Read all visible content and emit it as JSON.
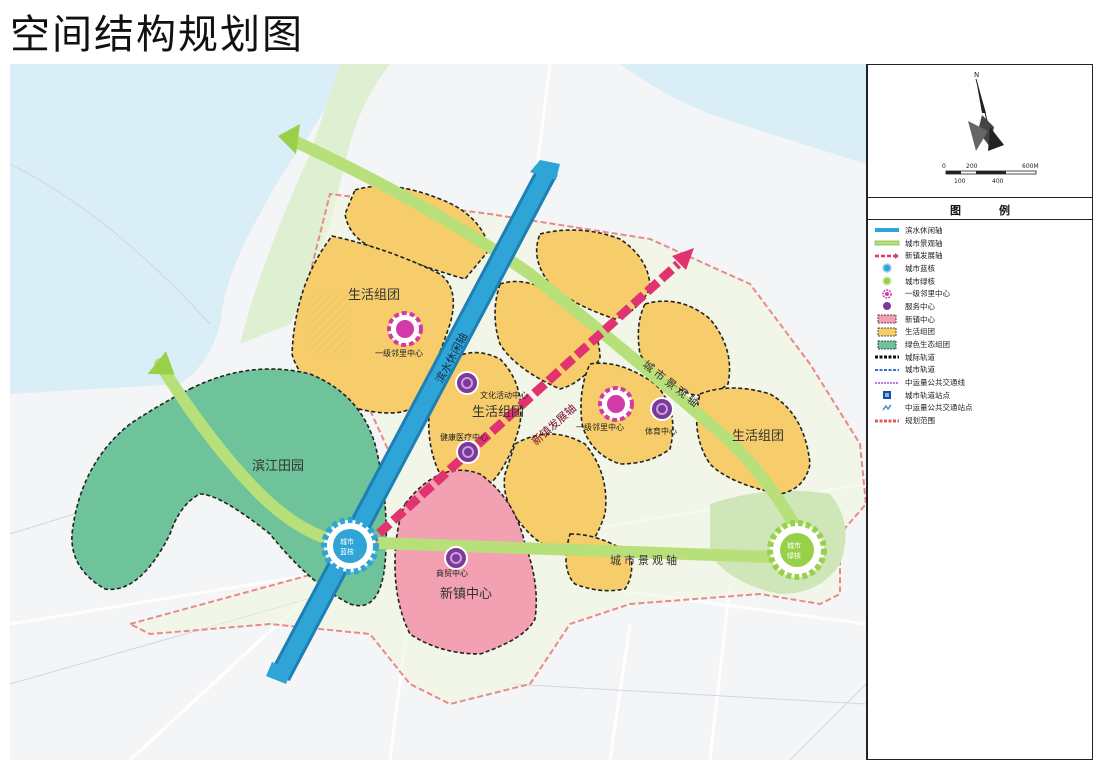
{
  "page": {
    "title": "空间结构规划图"
  },
  "map": {
    "zones": {
      "residential_nw": "生活组团",
      "residential_center": "生活组团",
      "residential_east": "生活组团",
      "town_center": "新镇中心",
      "riverside_fields": "滨江田园"
    },
    "axes": {
      "waterfront_axis": "滨水休闲轴",
      "landscape_axis_south": "城市景观轴",
      "landscape_axis_ne": "城市景观轴",
      "development_axis": "新镇发展轴"
    },
    "nodes": {
      "blue_core": "城市蓝核",
      "green_core": "城市绿核",
      "neighborhood_center_1": "一级邻里中心",
      "neighborhood_center_2": "一级邻里中心",
      "cultural_center": "文化活动中心",
      "health_center": "健康医疗中心",
      "sports_center": "体育中心",
      "commerce_center": "商贸中心"
    }
  },
  "compass": {
    "north": "N",
    "scale_ticks_top": [
      "0",
      "200",
      "600M"
    ],
    "scale_ticks_bottom": [
      "100",
      "400"
    ]
  },
  "legend": {
    "title_left": "图",
    "title_right": "例",
    "items": [
      {
        "icon": "blue-axis",
        "label": "滨水休闲轴"
      },
      {
        "icon": "green-axis",
        "label": "城市景观轴"
      },
      {
        "icon": "pink-dashed-arrow",
        "label": "新镇发展轴"
      },
      {
        "icon": "blue-core",
        "label": "城市蓝核"
      },
      {
        "icon": "green-core",
        "label": "城市绿核"
      },
      {
        "icon": "magenta-ring",
        "label": "一级邻里中心"
      },
      {
        "icon": "purple-circle",
        "label": "服务中心"
      },
      {
        "icon": "pink-zone",
        "label": "新镇中心"
      },
      {
        "icon": "yellow-zone",
        "label": "生活组团"
      },
      {
        "icon": "green-zone",
        "label": "绿色生态组团"
      },
      {
        "icon": "black-dashed",
        "label": "城际轨道"
      },
      {
        "icon": "blue-dashed",
        "label": "城市轨道"
      },
      {
        "icon": "purple-dashed",
        "label": "中运量公共交通线"
      },
      {
        "icon": "rail-station",
        "label": "城市轨道站点"
      },
      {
        "icon": "transit-station",
        "label": "中运量公共交通站点"
      },
      {
        "icon": "red-dashed",
        "label": "规划范围"
      }
    ]
  },
  "colors": {
    "residential": "#f6cd6a",
    "town_center": "#f2a0b2",
    "green_zone": "#6fc39a",
    "blue_axis": "#2fa4d6",
    "green_axis": "#b8e07a",
    "development_axis": "#e1336f",
    "boundary": "#e98a8a"
  }
}
